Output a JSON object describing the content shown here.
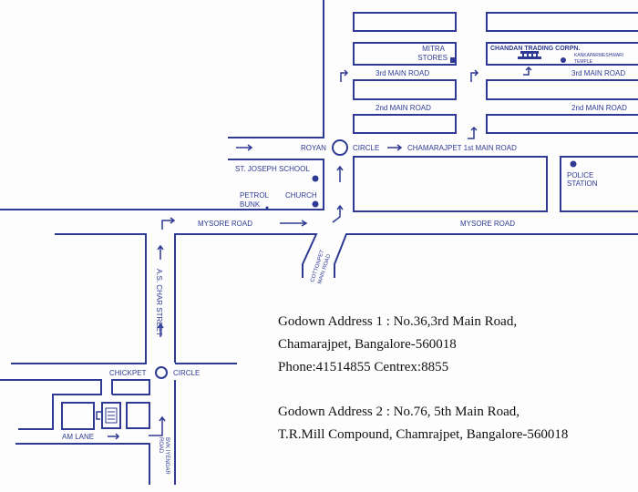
{
  "colors": {
    "ink": "#2e3a94"
  },
  "labels": {
    "mitra_1": "MITRA",
    "mitra_2": "STORES",
    "chandan": "CHANDAN TRADING CORPN.",
    "temple_1": "KANKAPARMESHWARI",
    "temple_2": "TEMPLE",
    "third_main_left": "3rd MAIN ROAD",
    "third_main_right": "3rd MAIN ROAD",
    "second_main_left": "2nd MAIN ROAD",
    "second_main_right": "2nd MAIN ROAD",
    "royan": "ROYAN",
    "circle": "CIRCLE",
    "chamarajpet_1st": "CHAMARAJPET 1st MAIN ROAD",
    "st_joseph": "ST. JOSEPH SCHOOL",
    "petrol_1": "PETROL",
    "petrol_2": "BUNK",
    "church": "CHURCH",
    "police_1": "POLICE",
    "police_2": "STATION",
    "mysore_left": "MYSORE ROAD",
    "mysore_right": "MYSORE ROAD",
    "cottonpet_1": "COTTONPET",
    "cottonpet_2": "MAIN ROAD",
    "as_char": "A.S. CHAR STREET",
    "chickpet": "CHICKPET",
    "chickpet_circle": "CIRCLE",
    "am_lane": "AM LANE",
    "bvk_1": "BVK IYENGAR",
    "bvk_2": "ROAD"
  },
  "address": {
    "line1": "Godown Address 1 : No.36,3rd Main Road,",
    "line2": "Chamarajpet, Bangalore-560018",
    "line3": "Phone:41514855  Centrex:8855",
    "line4": "Godown Address 2 : No.76, 5th Main Road,",
    "line5": "T.R.Mill Compound, Chamrajpet, Bangalore-560018"
  }
}
